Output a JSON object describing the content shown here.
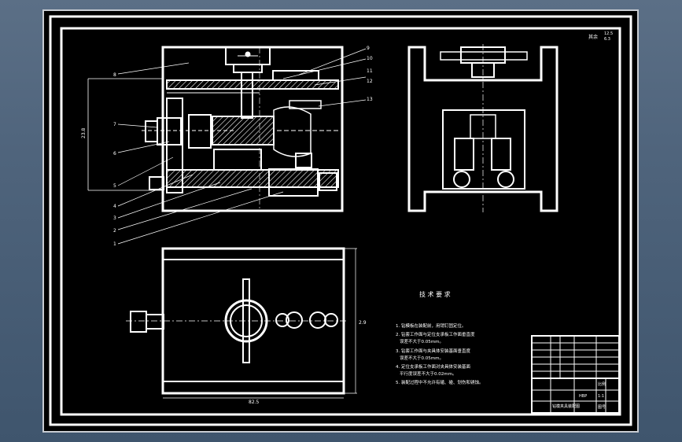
{
  "drawing": {
    "roughness_symbol": "其余",
    "roughness_values": [
      "12.5",
      "6.3"
    ],
    "part_numbers": [
      "8",
      "7",
      "6",
      "5",
      "4",
      "3",
      "2",
      "1",
      "9",
      "10",
      "11",
      "12",
      "13"
    ],
    "dim_height": "23.8",
    "dim_width": "82.5",
    "dim_small": "2.9"
  },
  "tech": {
    "title": "技 术 要 求",
    "lines": [
      "1. 钻模板在装配前，用销钉固定位。",
      "2. 钻套工作面与定位支承板工作面垂直度",
      "误差不大于0.05mm。",
      "3. 钻套工作面与夹具体安装基面垂直度",
      "误差不大于0.05mm。",
      "4. 定位支承板工作面对夹具体安装基面",
      "平行度误差不大于0.02mm。",
      "5. 装配过程中不允许有磕、碰、划伤和锈蚀。"
    ]
  },
  "title_block": {
    "cells": [
      "HBP",
      "钻模夹具装配图",
      "比例",
      "1:1",
      "图号"
    ]
  }
}
